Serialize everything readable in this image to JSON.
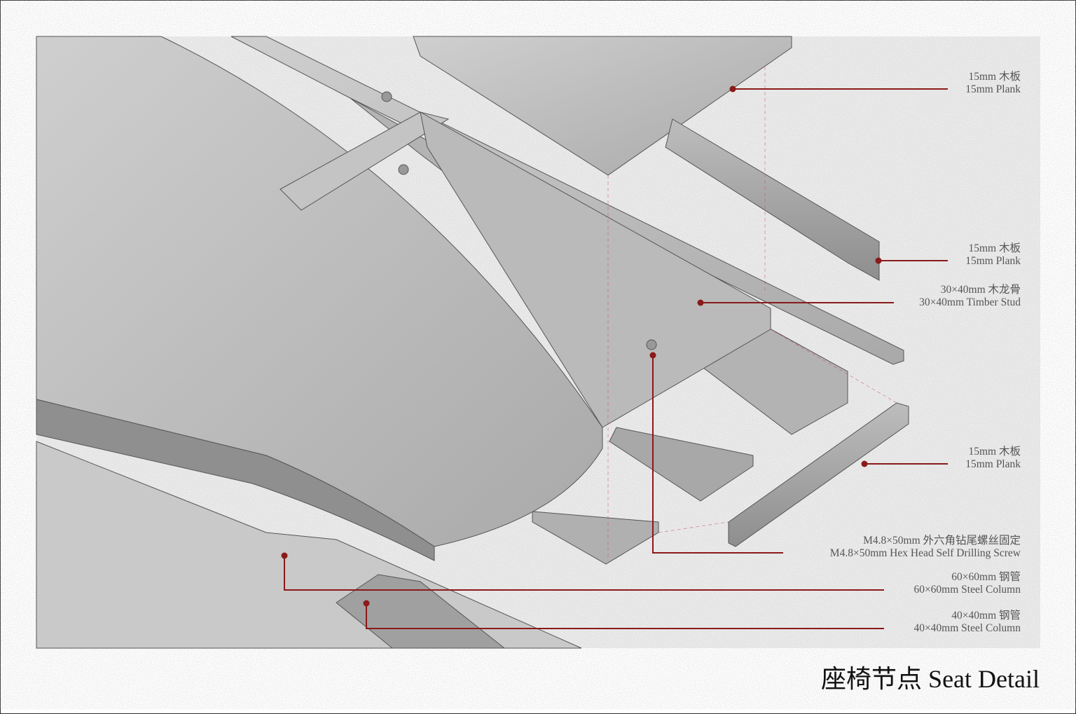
{
  "title": "座椅节点 Seat Detail",
  "labels": [
    {
      "zh": "15mm 木板",
      "en": "15mm Plank"
    },
    {
      "zh": "15mm 木板",
      "en": "15mm Plank"
    },
    {
      "zh": "30×40mm 木龙骨",
      "en": "30×40mm Timber Stud"
    },
    {
      "zh": "15mm 木板",
      "en": "15mm Plank"
    },
    {
      "zh": "M4.8×50mm 外六角钻尾螺丝固定",
      "en": "M4.8×50mm Hex Head Self Drilling Screw"
    },
    {
      "zh": "60×60mm 钢管",
      "en": "60×60mm Steel Column"
    },
    {
      "zh": "40×40mm 钢管",
      "en": "40×40mm Steel Column"
    }
  ],
  "colors": {
    "leader": "#8b1a1a",
    "background": "#e6e6e6"
  }
}
